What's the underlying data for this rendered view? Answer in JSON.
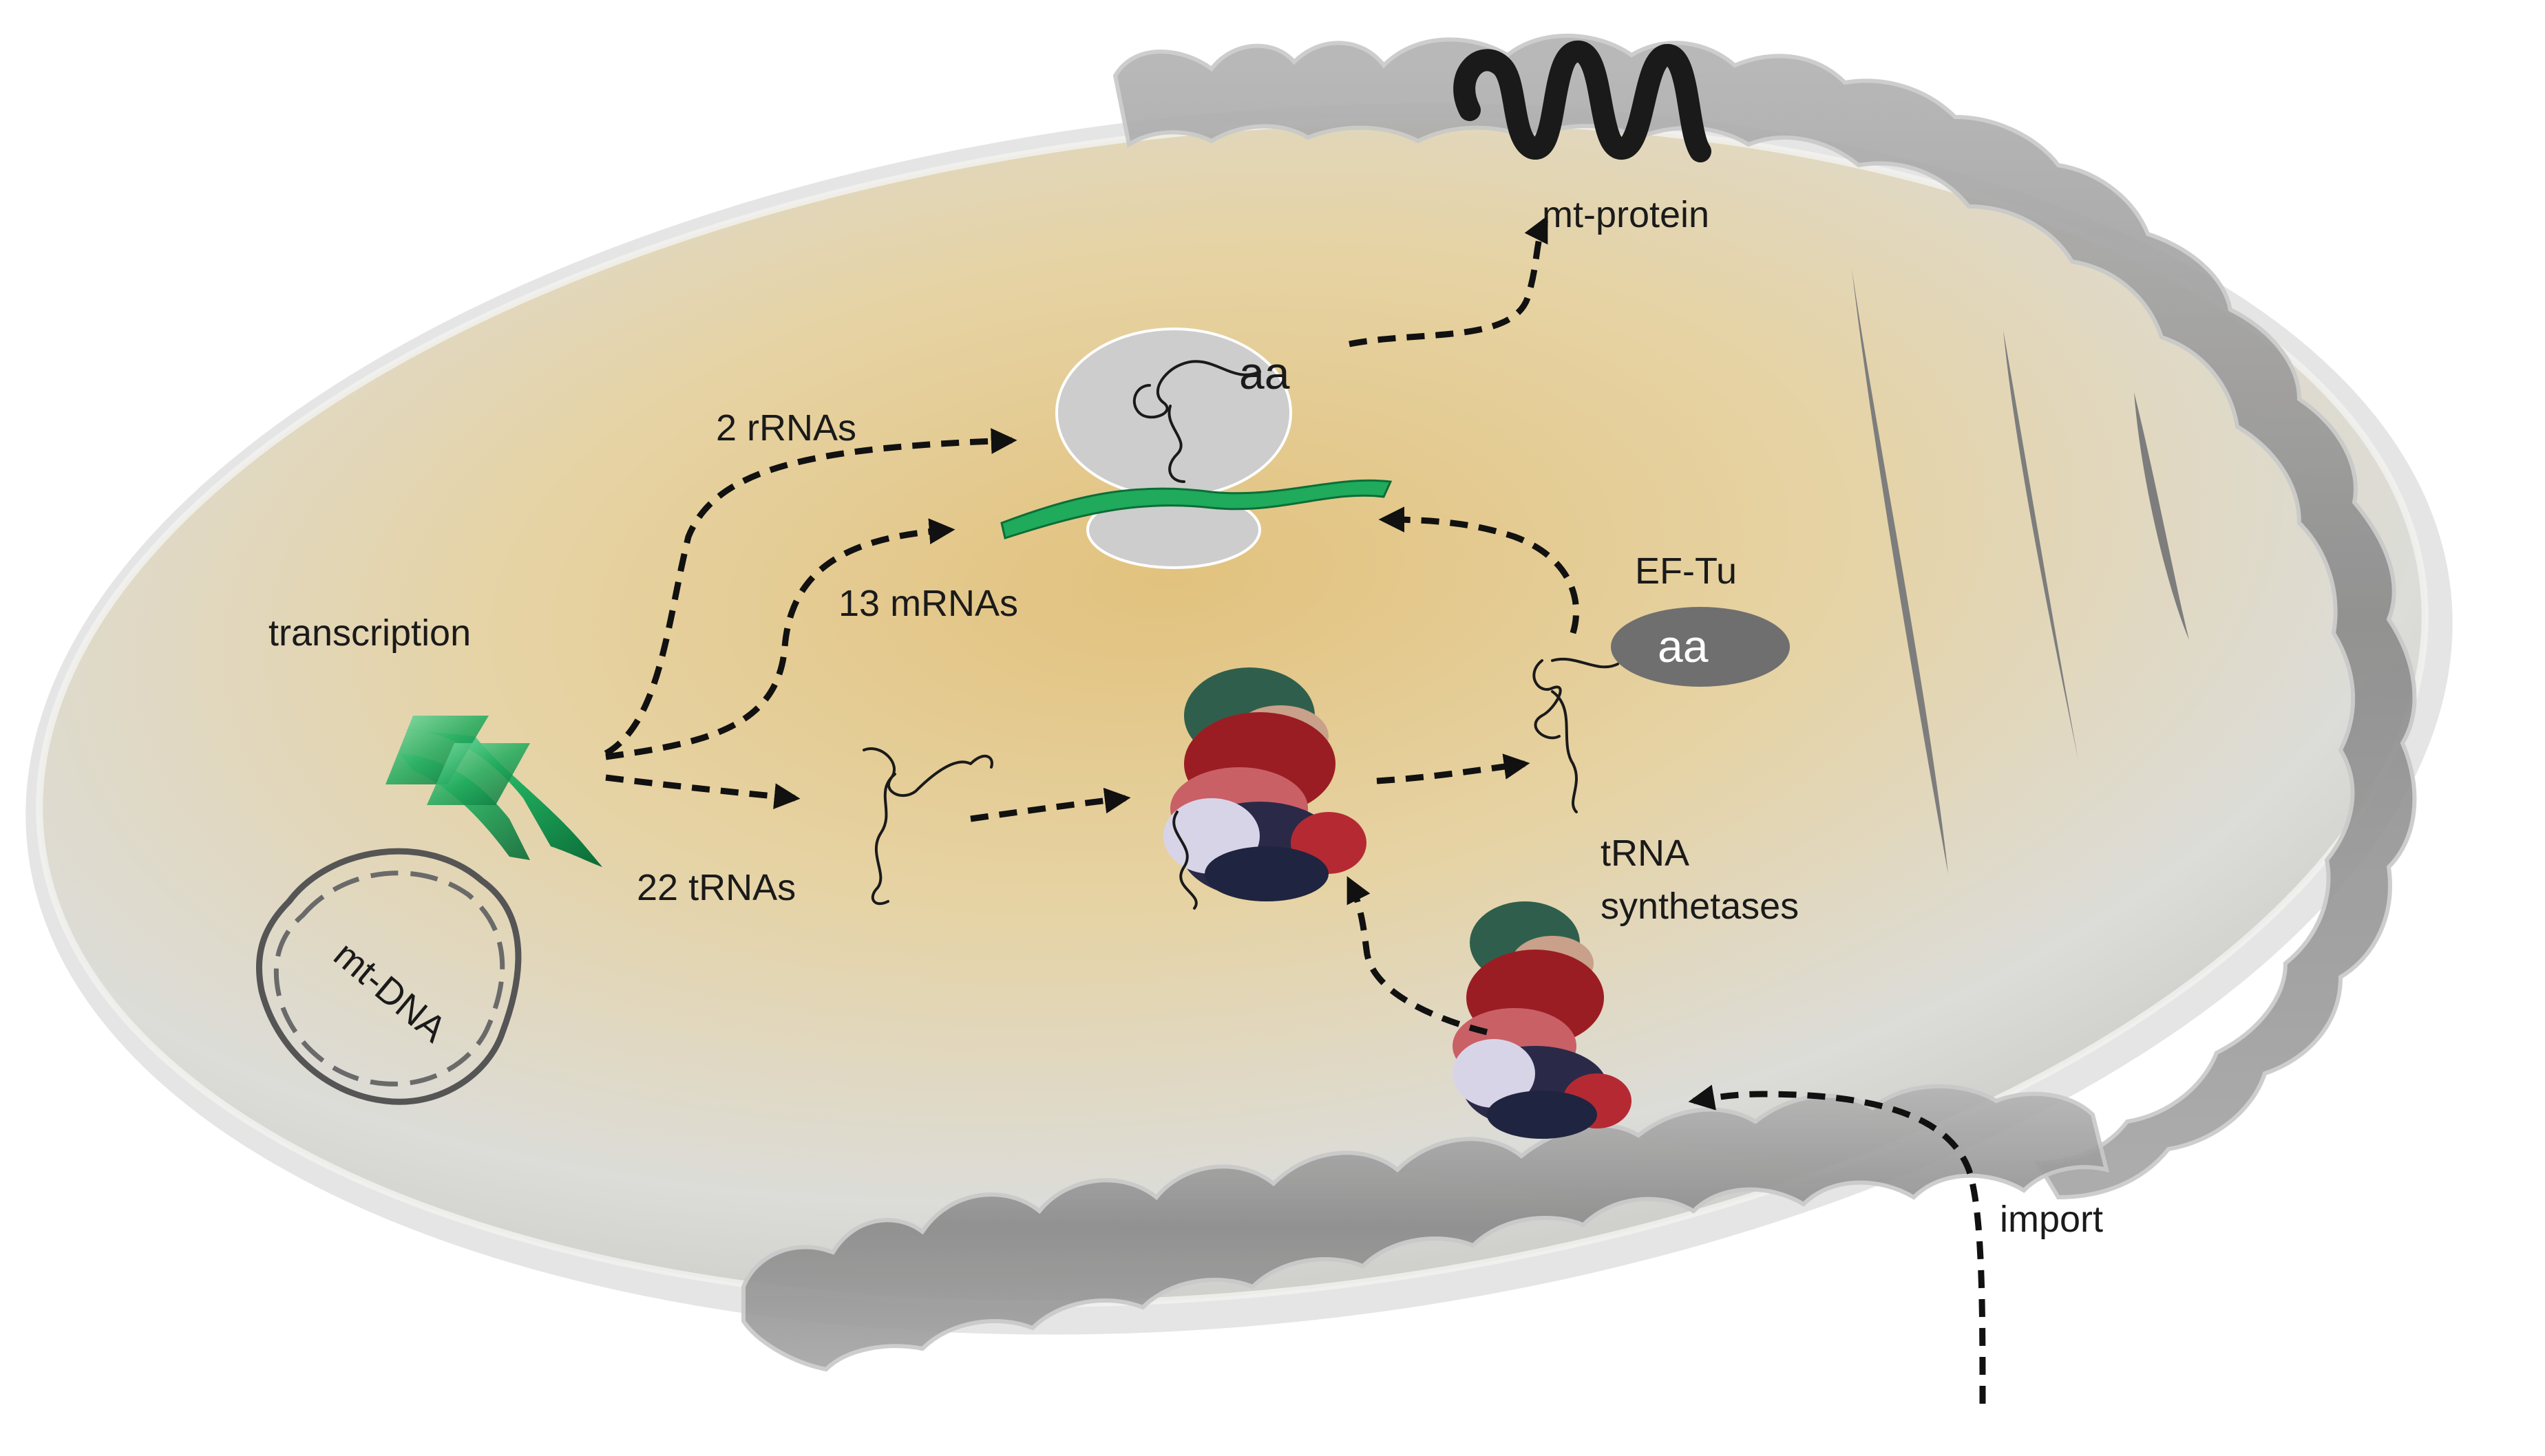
{
  "diagram": {
    "labels": {
      "transcription": "transcription",
      "mt_dna": "mt-DNA",
      "rrnas": "2 rRNAs",
      "mrnas": "13 mRNAs",
      "trnas": "22 tRNAs",
      "aa_ribosome": "aa",
      "aa_eftu": "aa",
      "ef_tu": "EF-Tu",
      "mt_protein": "mt-protein",
      "trna_synthetases_line1": "tRNA",
      "trna_synthetases_line2": "synthetases",
      "import": "import"
    },
    "colors": {
      "matrix_center": "#e3c88a",
      "matrix_edge": "#d6d6d2",
      "membrane": "#8e8e8e",
      "membrane_highlight": "#b8b8b8",
      "cristae": "#7d7d7d",
      "ribosome": "#cdcdcd",
      "ef_tu": "#6f6f6f",
      "mrna_green": "#1faa5c",
      "dna_strand": "#555555",
      "arrow": "#111111"
    }
  }
}
